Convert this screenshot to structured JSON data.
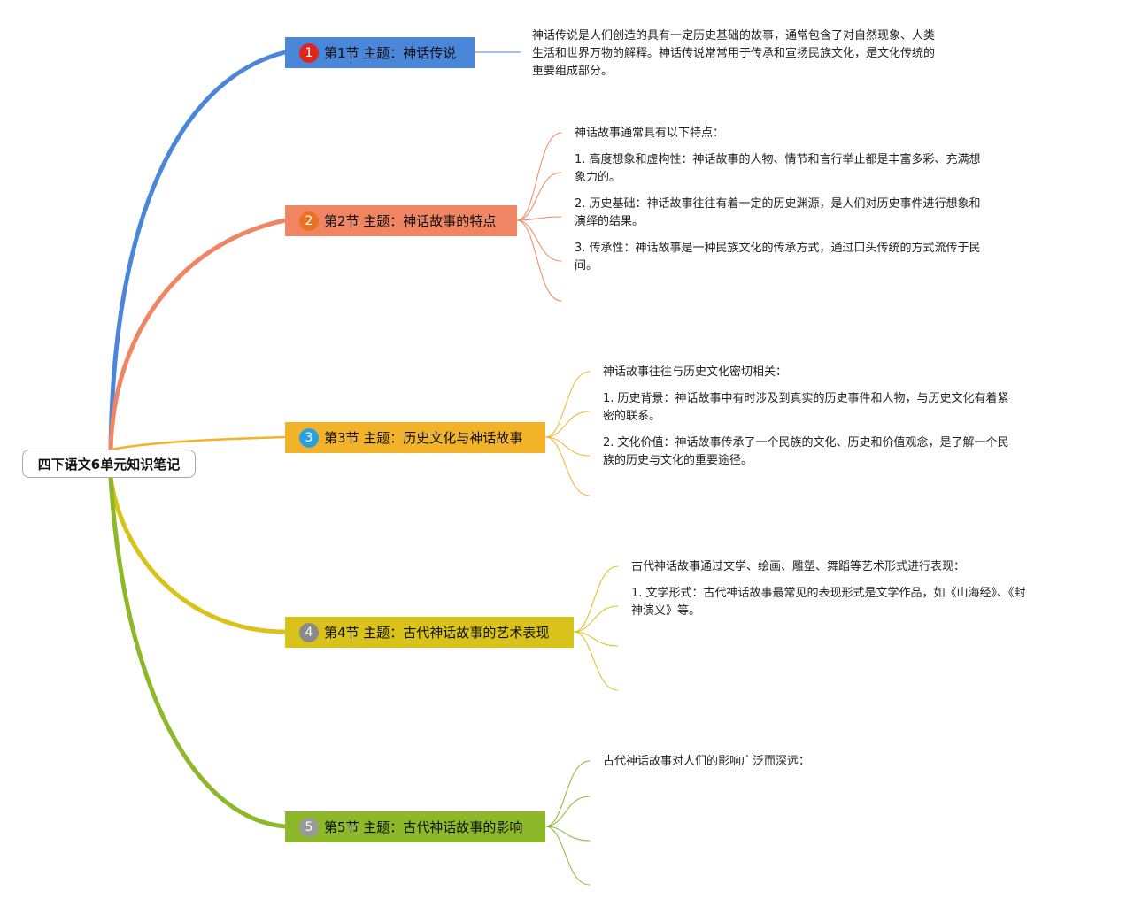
{
  "colors": {
    "s1": "#4a86d9",
    "s2": "#ef8563",
    "s3": "#f2b32a",
    "s4": "#d9c21a",
    "s5": "#8db82a",
    "badge1": "#e0251b",
    "badge2": "#e8731f",
    "badge3": "#2b9fe0",
    "badge4": "#8a8a8a",
    "badge5": "#9a9a9a"
  },
  "root": {
    "title": "四下语文6单元知识笔记"
  },
  "sections": [
    {
      "badge": "1",
      "title": "第1节 主题：神话传说",
      "lines": [
        "神话传说是人们创造的具有一定历史基础的故事，通常包含了对自然现象、人类",
        "生活和世界万物的解释。神话传说常常用于传承和宣扬民族文化，是文化传统的",
        "重要组成部分。"
      ]
    },
    {
      "badge": "2",
      "title": "第2节 主题：神话故事的特点",
      "intro": "神话故事通常具有以下特点：",
      "items": [
        [
          "1. 高度想象和虚构性：神话故事的人物、情节和言行举止都是丰富多彩、充满想",
          "象力的。"
        ],
        [
          "2. 历史基础：神话故事往往有着一定的历史渊源，是人们对历史事件进行想象和",
          "演绎的结果。"
        ],
        [
          "3. 传承性：神话故事是一种民族文化的传承方式，通过口头传统的方式流传于民",
          "间。"
        ]
      ]
    },
    {
      "badge": "3",
      "title": "第3节 主题：历史文化与神话故事",
      "intro": "神话故事往往与历史文化密切相关：",
      "items": [
        [
          "1. 历史背景：神话故事中有时涉及到真实的历史事件和人物，与历史文化有着紧",
          "密的联系。"
        ],
        [
          "2. 文化价值：神话故事传承了一个民族的文化、历史和价值观念，是了解一个民",
          "族的历史与文化的重要途径。"
        ]
      ]
    },
    {
      "badge": "4",
      "title": "第4节 主题：古代神话故事的艺术表现",
      "intro": "古代神话故事通过文学、绘画、雕塑、舞蹈等艺术形式进行表现：",
      "items": [
        [
          "1. 文学形式：古代神话故事最常见的表现形式是文学作品，如《山海经》、《封",
          "神演义》等。"
        ]
      ]
    },
    {
      "badge": "5",
      "title": "第5节 主题：古代神话故事的影响",
      "intro": "古代神话故事对人们的影响广泛而深远："
    }
  ]
}
